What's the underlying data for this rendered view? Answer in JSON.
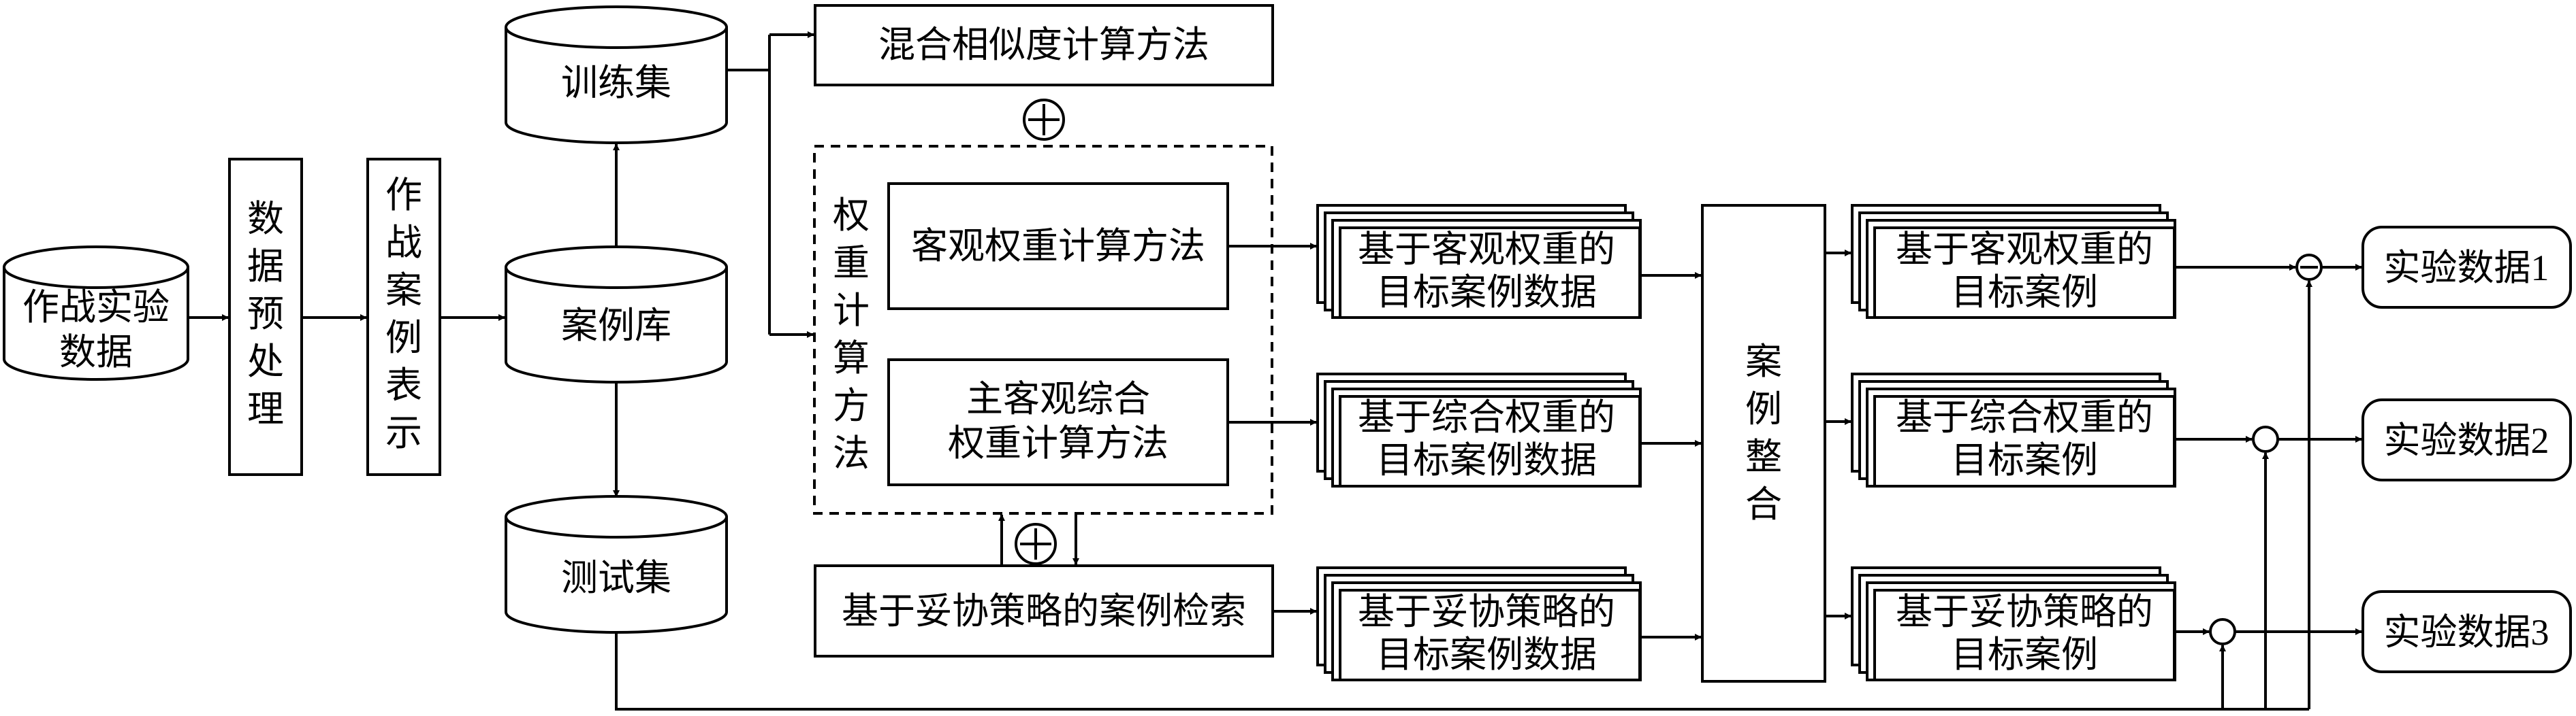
{
  "nodes": {
    "source_data": [
      "作战实验",
      "数据"
    ],
    "preprocess": [
      "数",
      "据",
      "预",
      "处",
      "理"
    ],
    "representation": [
      "作",
      "战",
      "案",
      "例",
      "表",
      "示"
    ],
    "case_library": "案例库",
    "training_set": "训练集",
    "test_set": "测试集",
    "hybrid_similarity": "混合相似度计算方法",
    "weight_method_group": [
      "权",
      "重",
      "计",
      "算",
      "方",
      "法"
    ],
    "objective_weight": "客观权重计算方法",
    "combined_weight": [
      "主客观综合",
      "权重计算方法"
    ],
    "compromise_retrieval": "基于妥协策略的案例检索",
    "target_data_objective": [
      "基于客观权重的",
      "目标案例数据"
    ],
    "target_data_combined": [
      "基于综合权重的",
      "目标案例数据"
    ],
    "target_data_compromise": [
      "基于妥协策略的",
      "目标案例数据"
    ],
    "case_integration": [
      "案",
      "例",
      "整",
      "合"
    ],
    "target_objective": [
      "基于客观权重的",
      "目标案例"
    ],
    "target_combined": [
      "基于综合权重的",
      "目标案例"
    ],
    "target_compromise": [
      "基于妥协策略的",
      "目标案例"
    ],
    "result_1": "实验数据1",
    "result_2": "实验数据2",
    "result_3": "实验数据3"
  },
  "symbols": {
    "plus": "+",
    "minus": "−"
  }
}
